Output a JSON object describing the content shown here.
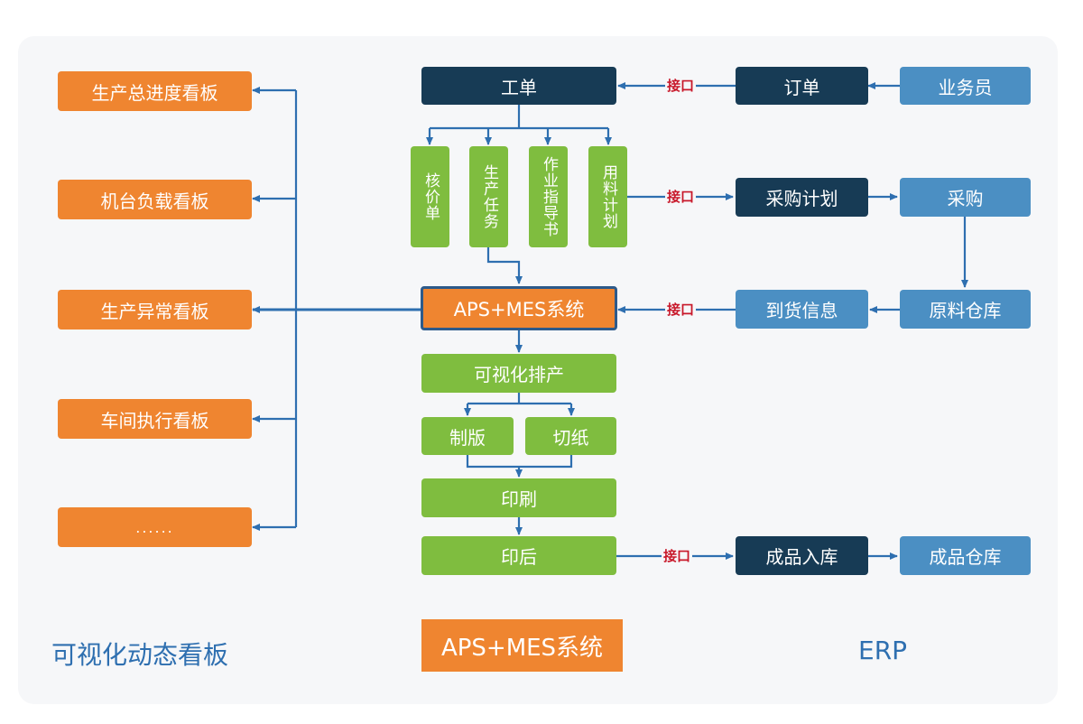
{
  "dashboards": {
    "items": [
      "生产总进度看板",
      "机台负载看板",
      "生产异常看板",
      "车间执行看板",
      "......"
    ],
    "section_label": "可视化动态看板"
  },
  "mes": {
    "work_order": "工单",
    "sub_docs": [
      "核价单",
      "生产任务",
      "作业指导书",
      "用料计划"
    ],
    "system": "APS+MES系统",
    "scheduling": "可视化排产",
    "plate_making": "制版",
    "paper_cutting": "切纸",
    "printing": "印刷",
    "post_press": "印后",
    "section_label": "APS+MES系统"
  },
  "erp": {
    "order": "订单",
    "salesperson": "业务员",
    "purchase_plan": "采购计划",
    "purchase": "采购",
    "arrival_info": "到货信息",
    "raw_warehouse": "原料仓库",
    "finished_in": "成品入库",
    "finished_warehouse": "成品仓库",
    "section_label": "ERP"
  },
  "interface_label": "接口",
  "colors": {
    "orange": "#ef8530",
    "green": "#7fbd3f",
    "navy": "#173b55",
    "blue": "#4b8fc3",
    "line": "#2e6fb0",
    "interface": "#c8182a"
  }
}
